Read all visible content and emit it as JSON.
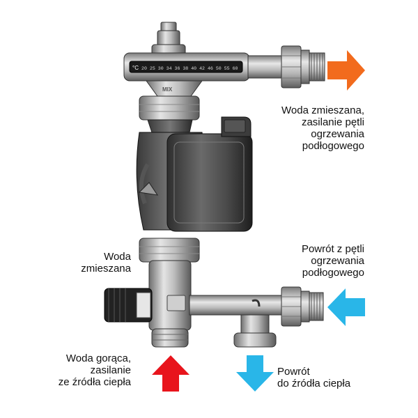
{
  "labels": {
    "mixed_supply": [
      "Woda zmieszana,",
      "zasilanie pętli",
      "ogrzewania",
      "podłogowego"
    ],
    "loop_return": [
      "Powrót z pętli",
      "ogrzewania",
      "podłogowego"
    ],
    "mixed_water": [
      "Woda",
      "zmieszana"
    ],
    "hot_supply": [
      "Woda gorąca,",
      "zasilanie",
      "ze źródła ciepła"
    ],
    "source_return": [
      "Powrót",
      "do źródła ciepła"
    ]
  },
  "thermometer": {
    "unit": "°C",
    "scale": "20 25 30 34 36 38 40 42 46 50 55 60"
  },
  "valve_marking": "MIX",
  "colors": {
    "arrow_orange": "#f26b1d",
    "arrow_red": "#e8141c",
    "arrow_cyan": "#29b6e8"
  }
}
